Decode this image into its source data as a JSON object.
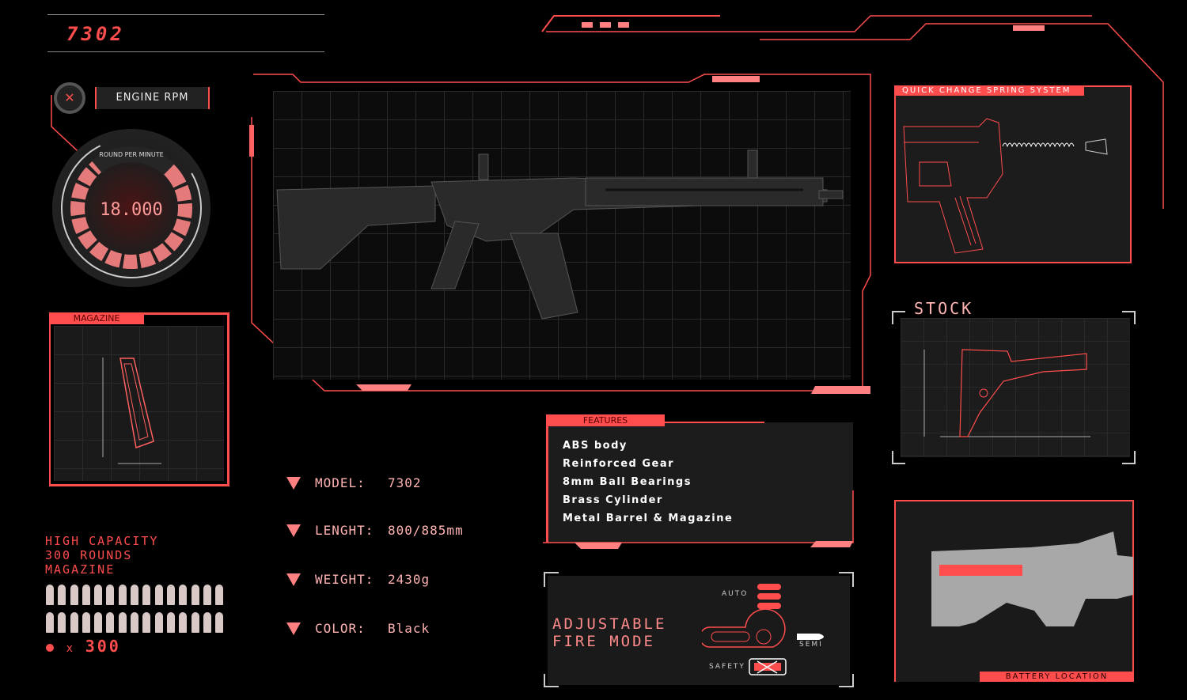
{
  "title": "7302",
  "engine": {
    "label": "ENGINE RPM",
    "gauge_label": "ROUND PER MINUTE",
    "value": "18.000"
  },
  "magazine": {
    "tab": "MAGAZINE"
  },
  "capacity": {
    "lines": [
      "HIGH CAPACITY",
      "300 ROUNDS",
      "MAGAZINE"
    ],
    "count_prefix": "x",
    "count": "300"
  },
  "specs": [
    {
      "label": "MODEL:",
      "value": "7302"
    },
    {
      "label": "LENGHT:",
      "value": "800/885mm"
    },
    {
      "label": "WEIGHT:",
      "value": "2430g"
    },
    {
      "label": "COLOR:",
      "value": "Black"
    }
  ],
  "features": {
    "tab": "FEATURES",
    "items": [
      "ABS body",
      "Reinforced Gear",
      "8mm Ball Bearings",
      "Brass Cylinder",
      "Metal Barrel & Magazine"
    ]
  },
  "fire_mode": {
    "title_lines": [
      "ADJUSTABLE",
      "FIRE MODE"
    ],
    "auto": "AUTO",
    "semi": "SEMI",
    "safety": "SAFETY"
  },
  "spring": {
    "tab": "QUICK CHANGE SPRING SYSTEM"
  },
  "stock": {
    "title": "STOCK"
  },
  "battery": {
    "label": "BATTERY LOCATION"
  },
  "colors": {
    "accent": "#ff4d4d",
    "light": "#ffb3b3",
    "panel": "#1c1c1c"
  }
}
